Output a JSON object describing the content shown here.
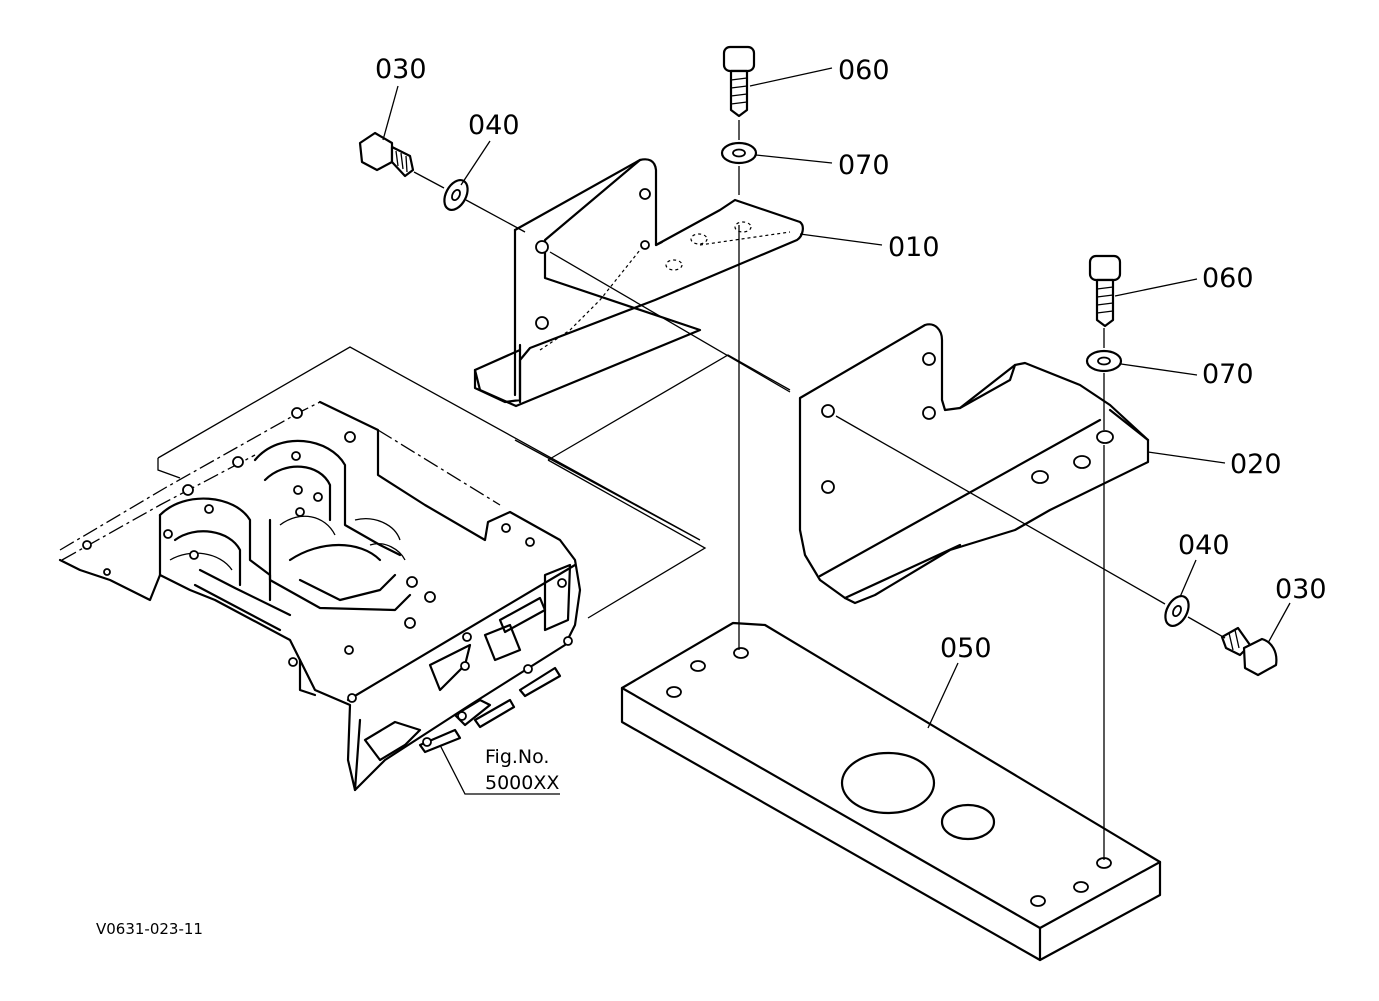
{
  "diagram": {
    "callouts": {
      "p010": "010",
      "p020": "020",
      "p030a": "030",
      "p030b": "030",
      "p040a": "040",
      "p040b": "040",
      "p050": "050",
      "p060a": "060",
      "p060b": "060",
      "p070a": "070",
      "p070b": "070"
    },
    "fig_ref": {
      "line1": "Fig.No.",
      "line2": "5000XX"
    },
    "drawing_code": "V0631-023-11"
  }
}
